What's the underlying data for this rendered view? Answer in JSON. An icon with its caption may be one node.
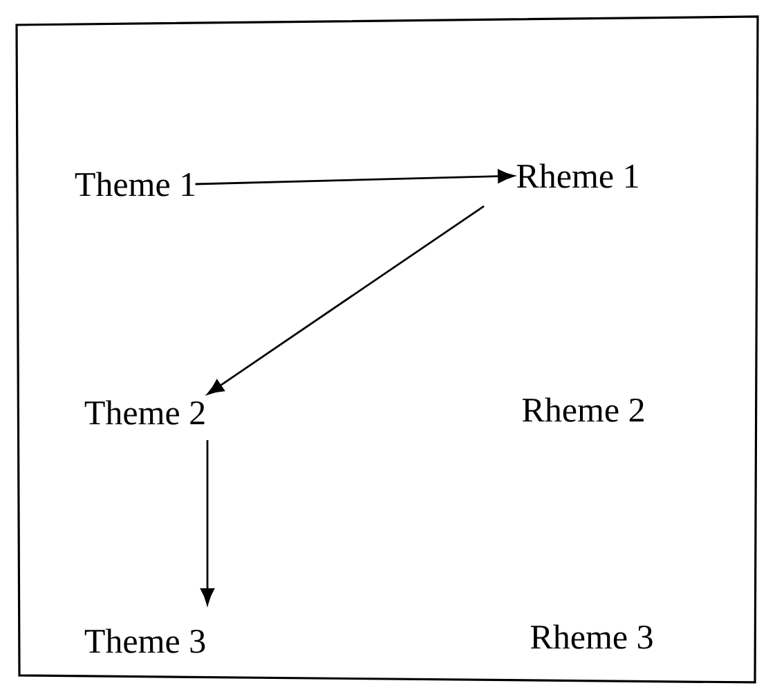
{
  "diagram": {
    "nodes": [
      {
        "text": [
          "Theme 1"
        ]
      },
      {
        "text": [
          "Rheme 1"
        ]
      },
      {
        "text": [
          "Theme 2"
        ]
      },
      {
        "text": [
          "Rheme 2"
        ]
      },
      {
        "text": [
          "Theme 3"
        ]
      },
      {
        "text": [
          "Rheme 3"
        ]
      }
    ],
    "edges": [
      {
        "from": 0,
        "to": 1,
        "arrow": "to"
      },
      {
        "from": 1,
        "to": 2,
        "arrow": "to"
      },
      {
        "from": 2,
        "to": 4,
        "arrow": "to"
      }
    ]
  }
}
